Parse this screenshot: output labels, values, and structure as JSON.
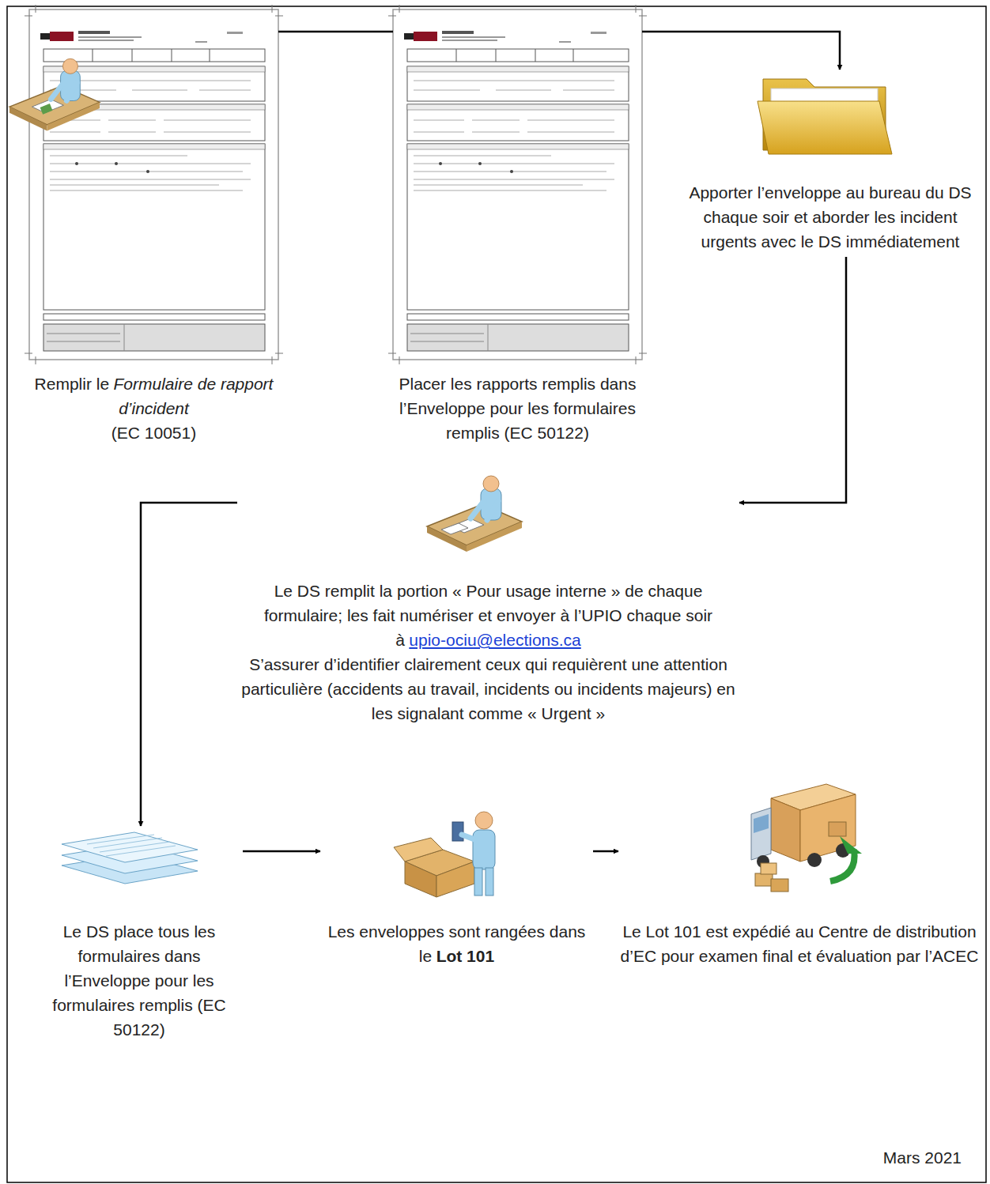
{
  "diagram": {
    "nodes": [
      {
        "text": [
          "Remplir le",
          "Formulaire de rapport d’incident",
          "(EC 10051)"
        ]
      },
      {
        "text": [
          "Placer les rapports remplis dans l’Enveloppe pour les formulaires remplis (EC 50122)"
        ]
      },
      {
        "text": [
          "Apporter l’enveloppe au bureau du DS chaque soir et aborder les incident urgents avec le DS immédiatement"
        ]
      },
      {
        "text": [
          "Le DS remplit la portion « Pour usage interne » de chaque formulaire; les fait numériser et envoyer à l’UPIO chaque soir à",
          "upio-ociu@elections.ca",
          "S’assurer d’identifier clairement ceux qui requièrent une attention particulière (accidents au travail, incidents ou incidents majeurs) en les signalant comme « Urgent »"
        ]
      },
      {
        "text": [
          "Le DS place tous les formulaires dans l’Enveloppe pour les formulaires remplis (EC 50122)"
        ]
      },
      {
        "text": [
          "Les enveloppes sont rangées dans le",
          "Lot 101"
        ]
      },
      {
        "text": [
          "Le Lot 101 est expédié au Centre de distribution d’EC pour examen final et évaluation par l’ACEC"
        ]
      }
    ],
    "edges": [
      {
        "from": 0,
        "to": 1,
        "arrow": "none"
      },
      {
        "from": 1,
        "to": 2,
        "arrow": "to"
      },
      {
        "from": 2,
        "to": 3,
        "arrow": "to"
      },
      {
        "from": 3,
        "to": 4,
        "arrow": "to"
      },
      {
        "from": 4,
        "to": 5,
        "arrow": "to"
      },
      {
        "from": 5,
        "to": 6,
        "arrow": "to"
      }
    ],
    "labels": [
      "Mars 2021"
    ]
  }
}
